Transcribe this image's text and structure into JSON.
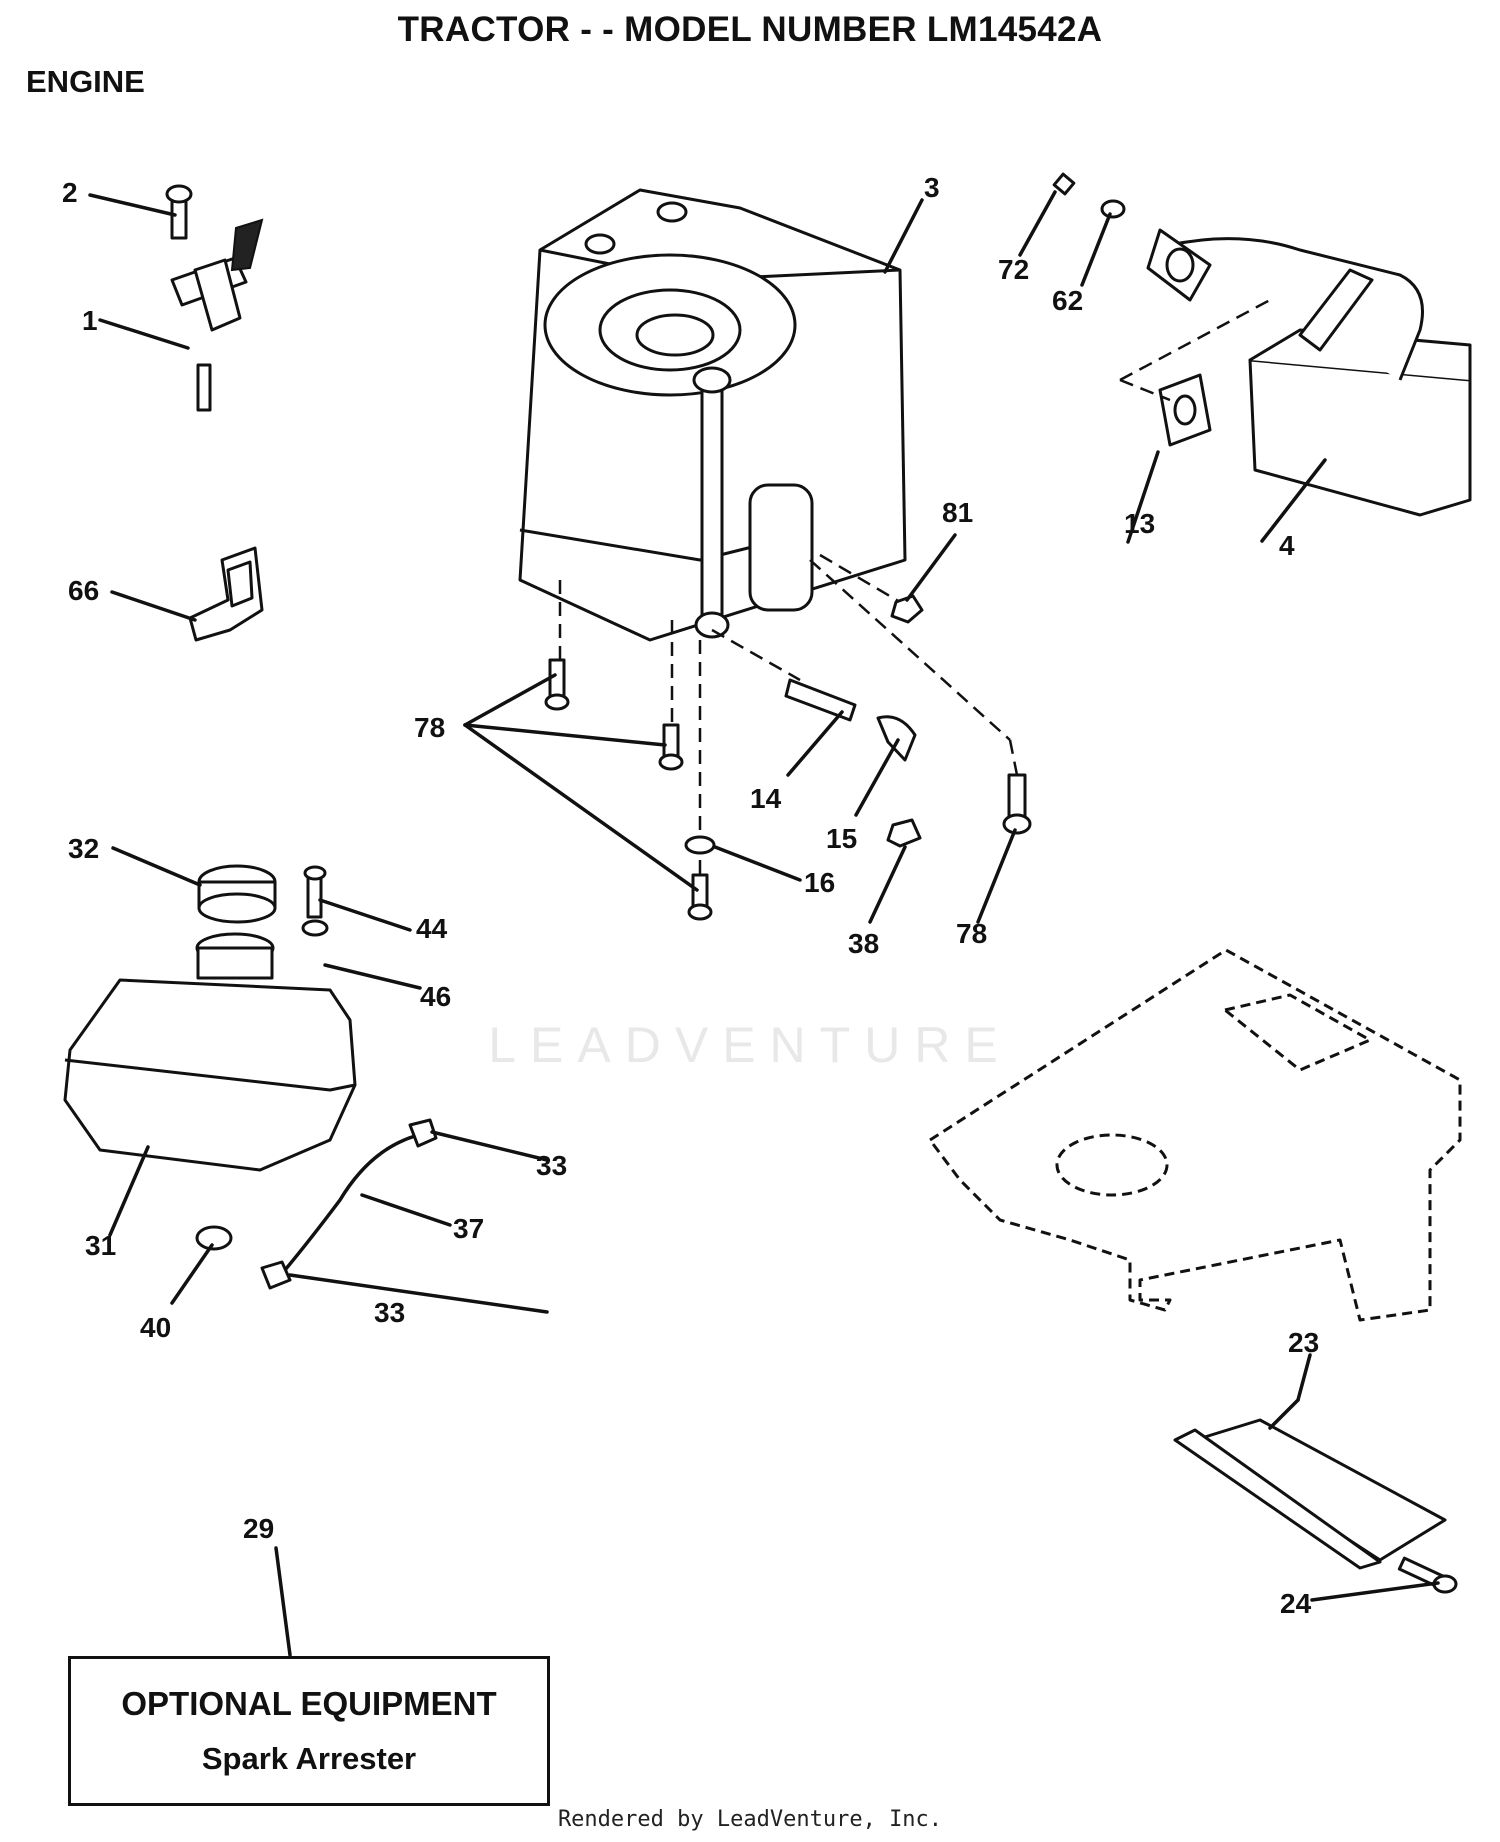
{
  "title": "TRACTOR - - MODEL NUMBER LM14542A",
  "section": "ENGINE",
  "callouts": [
    "1",
    "2",
    "3",
    "4",
    "13",
    "14",
    "15",
    "16",
    "23",
    "24",
    "29",
    "31",
    "32",
    "33",
    "33",
    "37",
    "38",
    "40",
    "44",
    "46",
    "62",
    "66",
    "72",
    "78",
    "78",
    "81"
  ],
  "optional_box": {
    "heading": "OPTIONAL EQUIPMENT",
    "item": "Spark Arrester"
  },
  "watermark": "LEADVENTURE",
  "footer": "Rendered by LeadVenture, Inc."
}
